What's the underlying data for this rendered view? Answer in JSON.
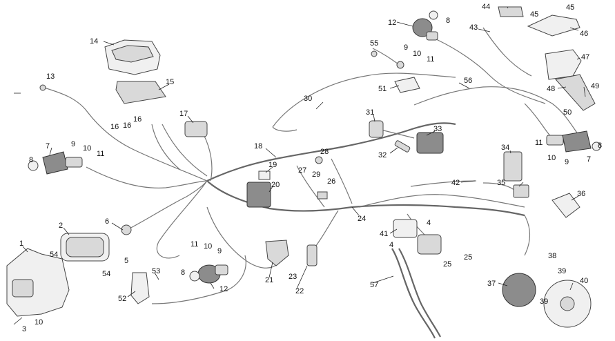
{
  "diagram": {
    "callouts": [
      {
        "id": "c1",
        "text": "1"
      },
      {
        "id": "c2",
        "text": "2"
      },
      {
        "id": "c3",
        "text": "3"
      },
      {
        "id": "c4a",
        "text": "4"
      },
      {
        "id": "c4b",
        "text": "4"
      },
      {
        "id": "c5",
        "text": "5"
      },
      {
        "id": "c6",
        "text": "6"
      },
      {
        "id": "c7a",
        "text": "7"
      },
      {
        "id": "c7b",
        "text": "7"
      },
      {
        "id": "c8a",
        "text": "8"
      },
      {
        "id": "c8b",
        "text": "8"
      },
      {
        "id": "c8c",
        "text": "8"
      },
      {
        "id": "c8d",
        "text": "8"
      },
      {
        "id": "c9a",
        "text": "9"
      },
      {
        "id": "c9b",
        "text": "9"
      },
      {
        "id": "c9c",
        "text": "9"
      },
      {
        "id": "c9d",
        "text": "9"
      },
      {
        "id": "c10a",
        "text": "10"
      },
      {
        "id": "c10b",
        "text": "10"
      },
      {
        "id": "c10c",
        "text": "10"
      },
      {
        "id": "c10d",
        "text": "10"
      },
      {
        "id": "c10e",
        "text": "10"
      },
      {
        "id": "c11a",
        "text": "11"
      },
      {
        "id": "c11b",
        "text": "11"
      },
      {
        "id": "c11c",
        "text": "11"
      },
      {
        "id": "c11d",
        "text": "11"
      },
      {
        "id": "c12a",
        "text": "12"
      },
      {
        "id": "c12b",
        "text": "12"
      },
      {
        "id": "c13",
        "text": "13"
      },
      {
        "id": "c14",
        "text": "14"
      },
      {
        "id": "c15",
        "text": "15"
      },
      {
        "id": "c16a",
        "text": "16"
      },
      {
        "id": "c16b",
        "text": "16"
      },
      {
        "id": "c16c",
        "text": "16"
      },
      {
        "id": "c17",
        "text": "17"
      },
      {
        "id": "c18",
        "text": "18"
      },
      {
        "id": "c19",
        "text": "19"
      },
      {
        "id": "c20",
        "text": "20"
      },
      {
        "id": "c21",
        "text": "21"
      },
      {
        "id": "c22",
        "text": "22"
      },
      {
        "id": "c23",
        "text": "23"
      },
      {
        "id": "c24",
        "text": "24"
      },
      {
        "id": "c25a",
        "text": "25"
      },
      {
        "id": "c25b",
        "text": "25"
      },
      {
        "id": "c26",
        "text": "26"
      },
      {
        "id": "c27",
        "text": "27"
      },
      {
        "id": "c28",
        "text": "28"
      },
      {
        "id": "c29",
        "text": "29"
      },
      {
        "id": "c30",
        "text": "30"
      },
      {
        "id": "c31",
        "text": "31"
      },
      {
        "id": "c32",
        "text": "32"
      },
      {
        "id": "c33",
        "text": "33"
      },
      {
        "id": "c34",
        "text": "34"
      },
      {
        "id": "c35",
        "text": "35"
      },
      {
        "id": "c36",
        "text": "36"
      },
      {
        "id": "c37",
        "text": "37"
      },
      {
        "id": "c38",
        "text": "38"
      },
      {
        "id": "c39a",
        "text": "39"
      },
      {
        "id": "c39b",
        "text": "39"
      },
      {
        "id": "c40",
        "text": "40"
      },
      {
        "id": "c41",
        "text": "41"
      },
      {
        "id": "c42",
        "text": "42"
      },
      {
        "id": "c43",
        "text": "43"
      },
      {
        "id": "c44",
        "text": "44"
      },
      {
        "id": "c45a",
        "text": "45"
      },
      {
        "id": "c45b",
        "text": "45"
      },
      {
        "id": "c46",
        "text": "46"
      },
      {
        "id": "c47",
        "text": "47"
      },
      {
        "id": "c48",
        "text": "48"
      },
      {
        "id": "c49",
        "text": "49"
      },
      {
        "id": "c50",
        "text": "50"
      },
      {
        "id": "c51",
        "text": "51"
      },
      {
        "id": "c52",
        "text": "52"
      },
      {
        "id": "c53",
        "text": "53"
      },
      {
        "id": "c54a",
        "text": "54"
      },
      {
        "id": "c54b",
        "text": "54"
      },
      {
        "id": "c55",
        "text": "55"
      },
      {
        "id": "c56",
        "text": "56"
      },
      {
        "id": "c57",
        "text": "57"
      }
    ]
  }
}
